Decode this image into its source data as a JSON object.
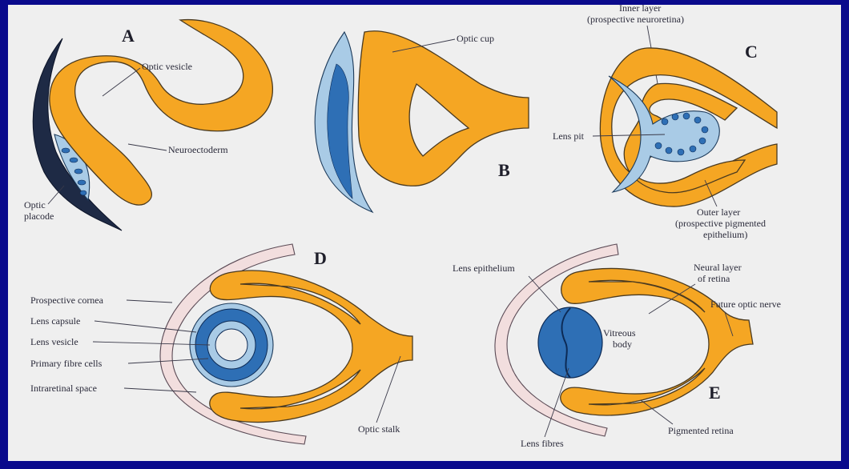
{
  "panels": {
    "A": {
      "letter": "A",
      "labels": {
        "optic_vesicle": "Optic vesicle",
        "neuroectoderm": "Neuroectoderm",
        "optic_placode_1": "Optic",
        "optic_placode_2": "placode"
      }
    },
    "B": {
      "letter": "B",
      "labels": {
        "optic_cup": "Optic cup"
      }
    },
    "C": {
      "letter": "C",
      "labels": {
        "inner_layer_1": "Inner layer",
        "inner_layer_2": "(prospective neuroretina)",
        "lens_pit": "Lens pit",
        "outer_layer_1": "Outer layer",
        "outer_layer_2": "(prospective pigmented",
        "outer_layer_3": "epithelium)"
      }
    },
    "D": {
      "letter": "D",
      "labels": {
        "prospective_cornea": "Prospective cornea",
        "lens_capsule": "Lens capsule",
        "lens_vesicle": "Lens vesicle",
        "primary_fibre_cells": "Primary fibre cells",
        "intraretinal_space": "Intraretinal space",
        "optic_stalk": "Optic stalk"
      }
    },
    "E": {
      "letter": "E",
      "labels": {
        "lens_epithelium": "Lens epithelium",
        "neural_layer_1": "Neural layer",
        "neural_layer_2": "of retina",
        "future_optic_nerve": "Future optic nerve",
        "vitreous_1": "Vitreous",
        "vitreous_2": "body",
        "lens_fibres": "Lens fibres",
        "pigmented_retina": "Pigmented retina"
      }
    }
  },
  "colors": {
    "background_frame": "#0a0a8c",
    "paper": "#efefef",
    "neuroectoderm": "#f5a623",
    "lens": "#a9cbe6",
    "lens_cells": "#2e6fb5",
    "ectoderm": "#f2dede"
  }
}
